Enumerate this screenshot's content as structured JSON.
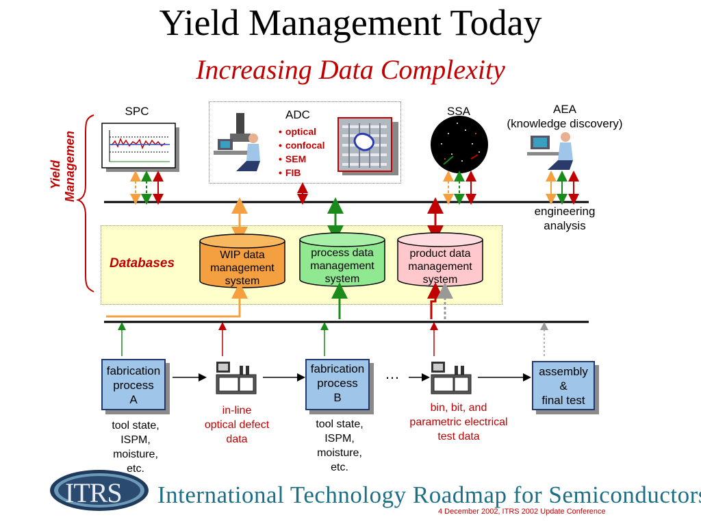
{
  "title": "Yield Management Today",
  "subtitle": "Increasing Data Complexity",
  "side_label": {
    "line1": "Yield",
    "line2": "Managemen"
  },
  "top_tools": {
    "spc": "SPC",
    "adc": {
      "title": "ADC",
      "items": [
        "optical",
        "confocal",
        "SEM",
        "FIB"
      ]
    },
    "ssa": "SSA",
    "aea": {
      "line1": "AEA",
      "line2": "(knowledge discovery)"
    }
  },
  "engineering": {
    "line1": "engineering",
    "line2": "analysis"
  },
  "databases": {
    "label": "Databases",
    "wip": [
      "WIP data",
      "management",
      "system"
    ],
    "process": [
      "process data",
      "management",
      "system"
    ],
    "product": [
      "product data",
      "management",
      "system"
    ]
  },
  "process_flow": {
    "fab_a": [
      "fabrication",
      "process",
      "A"
    ],
    "fab_b": [
      "fabrication",
      "process",
      "B"
    ],
    "assembly": [
      "assembly",
      "&",
      "final test"
    ],
    "ellipsis": "…"
  },
  "captions": {
    "tool_a": [
      "tool state,",
      "ISPM,",
      "moisture,",
      "etc."
    ],
    "inline": [
      "in-line",
      "optical defect",
      "data"
    ],
    "tool_b": [
      "tool state,",
      "ISPM,",
      "moisture,",
      "etc."
    ],
    "bin": [
      "bin, bit, and",
      "parametric electrical",
      "test data"
    ]
  },
  "footer": {
    "logo": "ITRS",
    "banner": "International Technology Roadmap for Semiconductors",
    "conference": "4 December 2002, ITRS 2002 Update Conference"
  },
  "colors": {
    "orange": "#f4a040",
    "green": "#1a8a1a",
    "red": "#c00000",
    "gray": "#999999"
  }
}
